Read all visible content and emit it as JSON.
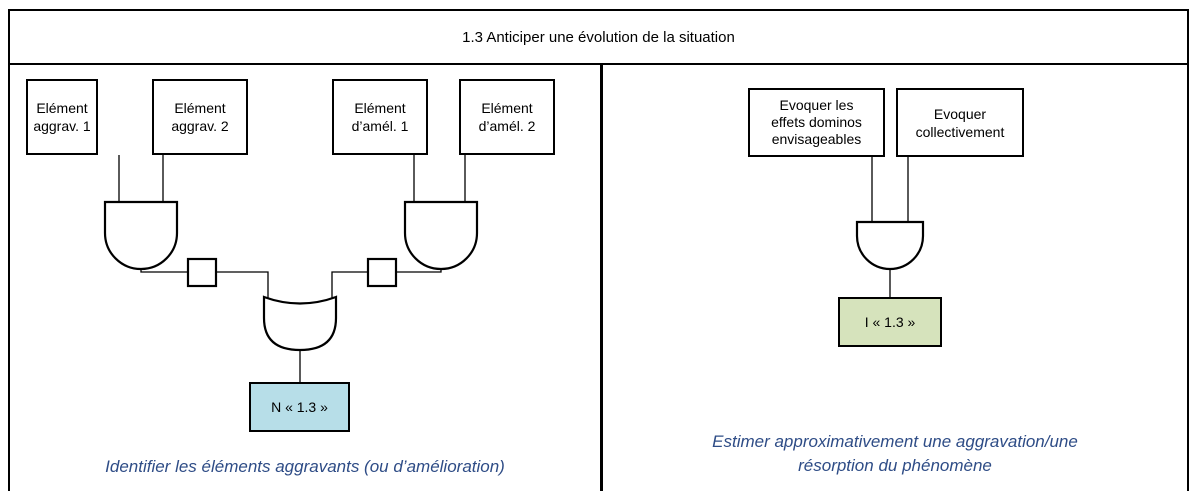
{
  "title": "1.3 Anticiper une évolution de la situation",
  "left_panel": {
    "boxes": [
      {
        "line1": "Elément",
        "line2": "aggrav. 1"
      },
      {
        "line1": "Elément",
        "line2": "aggrav. 2"
      },
      {
        "line1": "Elément",
        "line2": "d’amél. 1"
      },
      {
        "line1": "Elément",
        "line2": "d’amél. 2"
      }
    ],
    "output_label": "N « 1.3 »",
    "output_color": "#b7dee8",
    "caption": "Identifier les éléments aggravants (ou d’amélioration)"
  },
  "right_panel": {
    "boxes": [
      {
        "line1": "Evoquer les",
        "line2": "effets dominos",
        "line3": "envisageables"
      },
      {
        "line1": "Evoquer",
        "line2": "collectivement"
      }
    ],
    "output_label": "I « 1.3 »",
    "output_color": "#d6e3bc",
    "caption_line1": "Estimer approximativement une aggravation/une",
    "caption_line2": "résorption du phénomène"
  }
}
